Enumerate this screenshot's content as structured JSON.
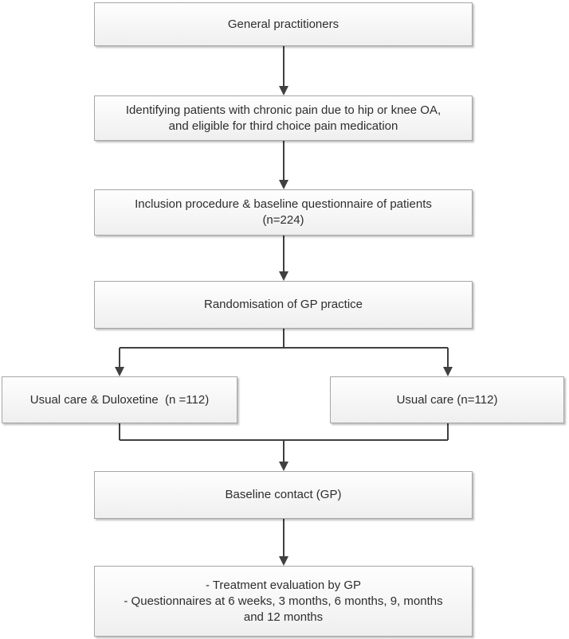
{
  "nodes": [
    {
      "id": "general-practitioners",
      "lines": [
        "General practitioners"
      ]
    },
    {
      "id": "identifying-patients",
      "lines": [
        "Identifying patients with chronic pain due to hip or knee OA,",
        "and eligible for third choice pain medication"
      ]
    },
    {
      "id": "inclusion-procedure",
      "lines": [
        "Inclusion procedure & baseline questionnaire of patients",
        "(n=224)"
      ]
    },
    {
      "id": "randomisation",
      "lines": [
        "Randomisation of GP practice"
      ]
    },
    {
      "id": "usual-care-duloxetine",
      "lines": [
        "Usual care & Duloxetine  (n =112)"
      ]
    },
    {
      "id": "usual-care",
      "lines": [
        "Usual care (n=112)"
      ]
    },
    {
      "id": "baseline-contact",
      "lines": [
        "Baseline contact (GP)"
      ]
    },
    {
      "id": "treatment-evaluation",
      "lines": [
        "- Treatment evaluation by GP",
        "- Questionnaires at 6 weeks, 3 months, 6 months, 9, months",
        "and 12 months"
      ]
    }
  ],
  "colors": {
    "background": "#ffffff",
    "box_border": "#a6a6a6",
    "box_fill_top": "#fefefe",
    "box_fill_bottom": "#efefef",
    "arrow": "#404040",
    "text": "#2e2e2e"
  }
}
